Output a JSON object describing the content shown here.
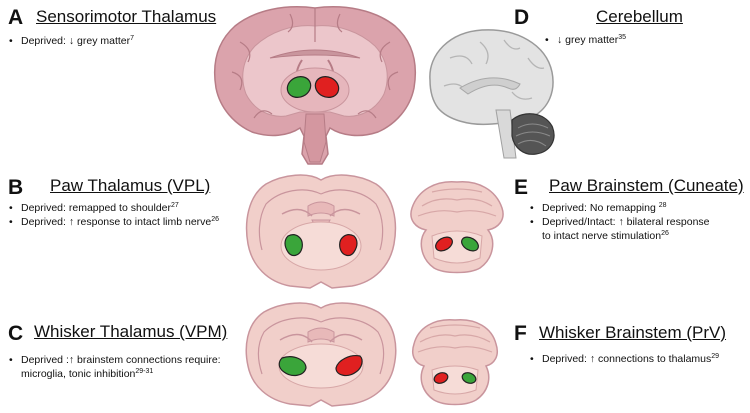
{
  "panels": {
    "A": {
      "letter": "A",
      "title": "Sensorimotor Thalamus",
      "bullets": [
        {
          "text": "Deprived: ↓ grey matter",
          "sup": "7"
        }
      ]
    },
    "B": {
      "letter": "B",
      "title": "Paw Thalamus (VPL)",
      "bullets": [
        {
          "text": "Deprived: remapped to shoulder",
          "sup": "27"
        },
        {
          "text": "Deprived: ↑ response to intact limb nerve",
          "sup": "26"
        }
      ]
    },
    "C": {
      "letter": "C",
      "title": "Whisker Thalamus (VPM)",
      "bullets": [
        {
          "text": "Deprived :↑ brainstem connections require:",
          "sup": ""
        },
        {
          "text": "microglia, tonic inhibition",
          "sup": "29-31"
        }
      ]
    },
    "D": {
      "letter": "D",
      "title": "Cerebellum",
      "bullets": [
        {
          "text": "↓ grey matter",
          "sup": "35"
        }
      ]
    },
    "E": {
      "letter": "E",
      "title": "Paw Brainstem (Cuneate)",
      "bullets": [
        {
          "text": "Deprived: No remapping ",
          "sup": "28"
        },
        {
          "text": "Deprived/Intact: ↑ bilateral response",
          "sup": ""
        },
        {
          "text": "to intact nerve stimulation",
          "sup": "26"
        }
      ]
    },
    "F": {
      "letter": "F",
      "title": "Whisker Brainstem (PrV)",
      "bullets": [
        {
          "text": "Deprived: ↑ connections to thalamus",
          "sup": "29"
        }
      ]
    }
  },
  "colors": {
    "deprived_region": "#e02020",
    "intact_region": "#3aa53a",
    "human_brain_fill": "#dba3ac",
    "rat_section_fill": "#f1cfca",
    "cerebellum_highlight": "#555555"
  }
}
